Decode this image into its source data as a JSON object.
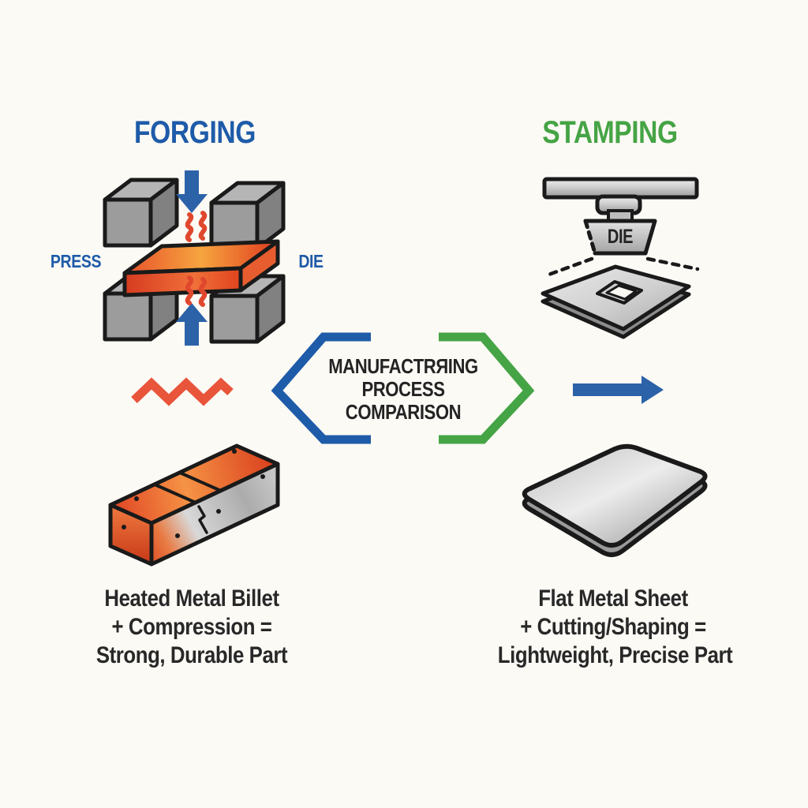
{
  "page": {
    "background": "#FCFAF5"
  },
  "colors": {
    "forging_blue": "#1E5BA9",
    "stamping_green": "#45A445",
    "arrow_blue": "#2B62A8",
    "heat_red": "#E0482E",
    "zigzag_red": "#E8553B",
    "text_dark": "#282828",
    "outline_black": "#1A1A1A",
    "metal_gray": "#9C9C9C",
    "hot_metal_orange": "#F08A3C"
  },
  "forging": {
    "title": "FORGING",
    "press_label": "PRESS",
    "die_label": "DIE",
    "caption_lines": [
      "Heated Metal Billet",
      "+ Compression =",
      "Strong, Durable Part"
    ]
  },
  "stamping": {
    "title": "STAMPING",
    "die_label": "DIE",
    "caption_lines": [
      "Flat Metal Sheet",
      "+ Cutting/Shaping =",
      "Lightweight, Precise Part"
    ]
  },
  "center_badge": {
    "lines": [
      "MANUFACTRЯING",
      "PROCESS",
      "COMPARISON"
    ]
  },
  "icons": {
    "forging_press": "press-cubes-icon",
    "hot_slab": "hot-metal-slab-icon",
    "press_down": "arrow-down-icon",
    "press_up": "arrow-up-icon",
    "heat_marks": "heat-squiggle-icon",
    "heat_wave": "heat-zigzag-icon",
    "flow_arrow": "arrow-right-icon",
    "stamping_press": "stamping-press-icon",
    "stamped_plate": "stamped-plate-icon",
    "billet": "heated-billet-icon",
    "sheet": "metal-sheet-icon",
    "badge": "hexagon-badge-icon"
  }
}
